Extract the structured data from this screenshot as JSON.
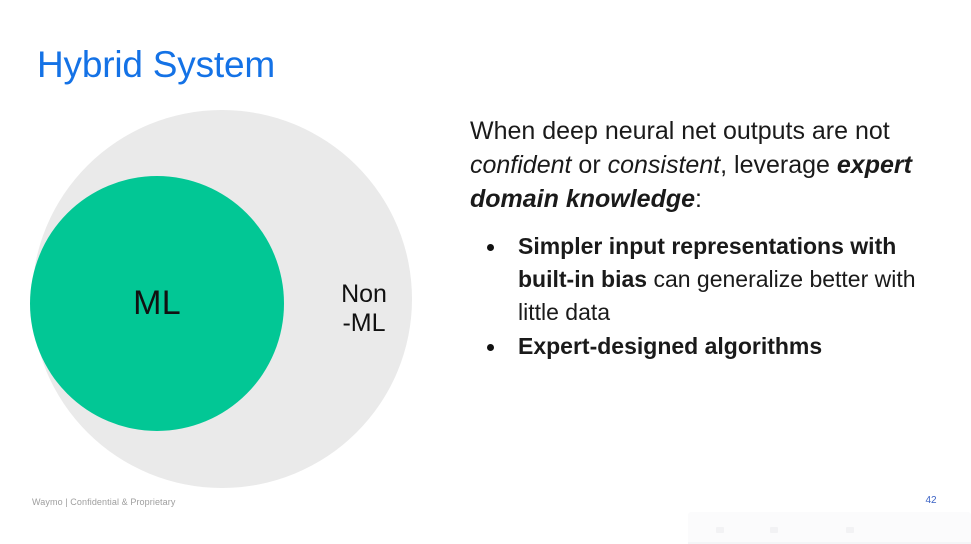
{
  "slide": {
    "title": "Hybrid System",
    "page_number": "42",
    "footer_note": "Waymo | Confidential & Proprietary"
  },
  "colors": {
    "title_blue": "#1472e6",
    "ml_green": "#02c795",
    "non_ml_grey": "#eaeaea",
    "body_text": "#1a1a1a",
    "footer_grey": "#9e9e9e",
    "page_number_blue": "#3b62c4"
  },
  "diagram": {
    "name": "ml-vs-non-ml-venn",
    "outer_label": "Non\n-ML",
    "outer_label_line1": "Non",
    "outer_label_line2": "-ML",
    "inner_label": "ML"
  },
  "body": {
    "lede": {
      "part1": "When deep neural net outputs are not ",
      "italic1": "confident",
      "part2": " or ",
      "italic2": "consistent",
      "part3": ", leverage ",
      "bold_italic": "expert domain knowledge",
      "part4": ":"
    },
    "bullets": [
      {
        "bold": "Simpler input representations with built-in bias",
        "rest": " can generalize better with little data"
      },
      {
        "bold": "Expert-designed algorithms",
        "rest": ""
      }
    ]
  }
}
